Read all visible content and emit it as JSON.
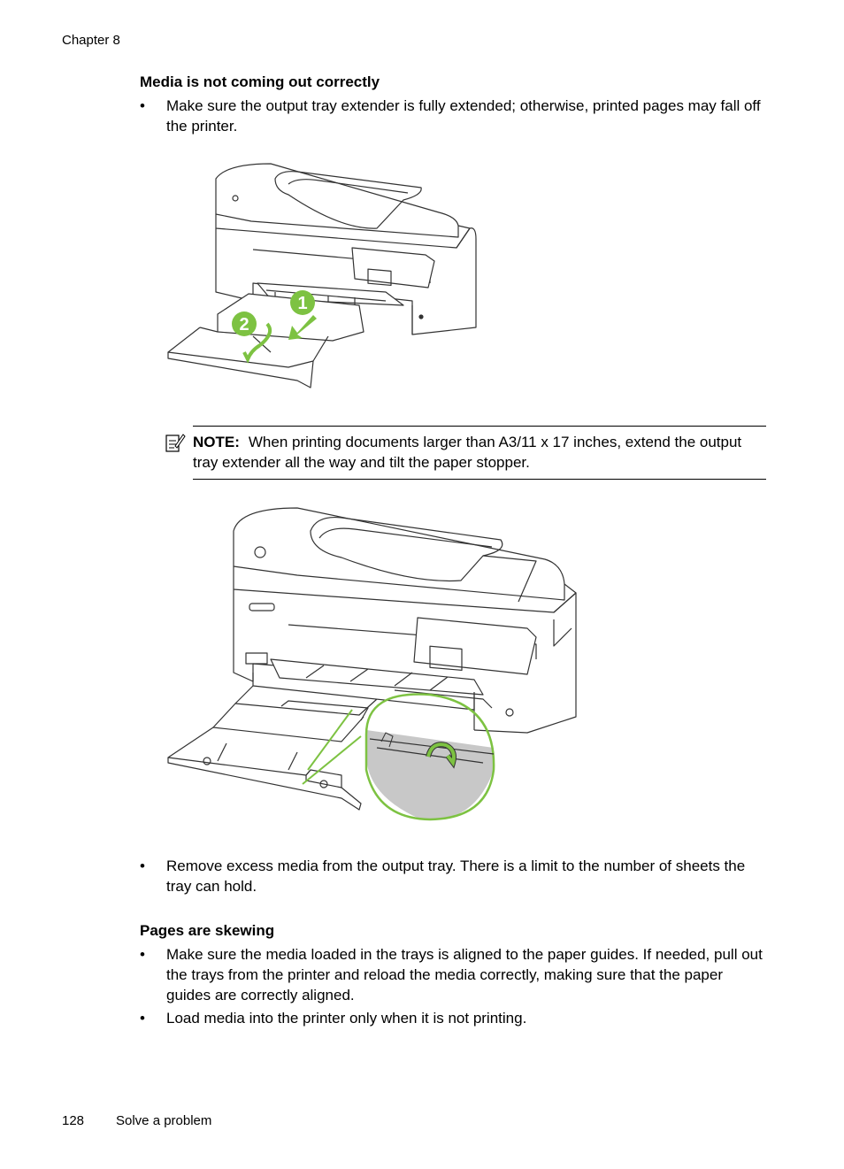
{
  "header": {
    "chapter": "Chapter 8"
  },
  "section1": {
    "heading": "Media is not coming out correctly",
    "bullets": [
      "Make sure the output tray extender is fully extended; otherwise, printed pages may fall off the printer.",
      "Remove excess media from the output tray. There is a limit to the number of sheets the tray can hold."
    ]
  },
  "note": {
    "label": "NOTE:",
    "text": "When printing documents larger than A3/11 x 17 inches, extend the output tray extender all the way and tilt the paper stopper."
  },
  "figure1": {
    "step1": "1",
    "step2": "2"
  },
  "section2": {
    "heading": "Pages are skewing",
    "bullets": [
      "Make sure the media loaded in the trays is aligned to the paper guides. If needed, pull out the trays from the printer and reload the media correctly, making sure that the paper guides are correctly aligned.",
      "Load media into the printer only when it is not printing."
    ]
  },
  "footer": {
    "page_number": "128",
    "section_title": "Solve a problem"
  },
  "colors": {
    "accent_green": "#7dc242",
    "line_gray": "#333333",
    "zoom_fill": "#c8c8c8"
  },
  "icons": {
    "note": "note-pencil-icon",
    "arrow": "green-arrow-icon",
    "rotate": "rotate-arrow-icon",
    "hp_logo": "hp-logo-icon"
  }
}
